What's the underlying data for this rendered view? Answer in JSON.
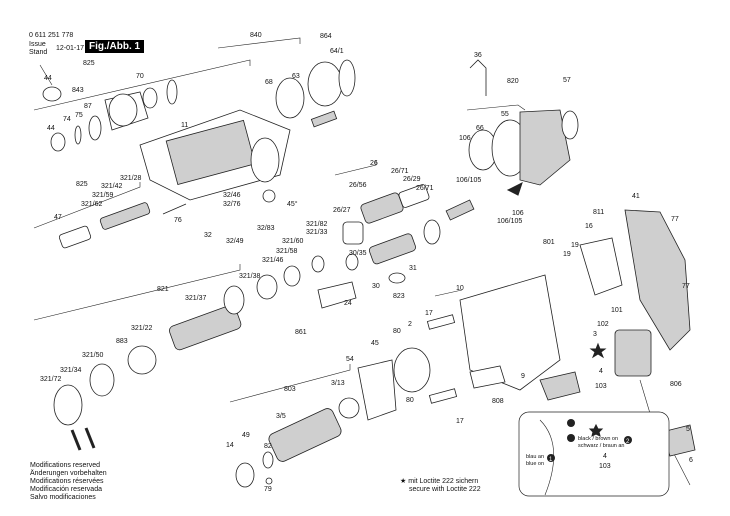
{
  "header": {
    "doc_number": "0 611 251 778",
    "issue_label": "Issue",
    "stand_label": "Stand",
    "issue_date": "12-01-17",
    "figure_label": "Fig./Abb. 1"
  },
  "notes": {
    "modifications": [
      "Modifications reserved",
      "Änderungen vorbehalten",
      "Modifications réservées",
      "Modificación reservada",
      "Salvo modificaciones"
    ],
    "loctite": [
      "mit Loctite 222 sichern",
      "secure with Loctite 222"
    ],
    "loctite_star": "★"
  },
  "wiring_inset": {
    "wire1_label": [
      "black / brown on",
      "schwarz / braun an"
    ],
    "wire2_label": [
      "blau an",
      "blue on"
    ],
    "badge1": "1",
    "badge2": "2",
    "part_4": "4",
    "part_103": "103"
  },
  "part_numbers": [
    "840",
    "864",
    "64/1",
    "68",
    "63",
    "44",
    "825",
    "843",
    "70",
    "87",
    "75",
    "74",
    "44",
    "11",
    "36",
    "820",
    "57",
    "66",
    "55",
    "106",
    "106/105",
    "106",
    "106/105",
    "26",
    "26/71",
    "26/29",
    "26/56",
    "26/71",
    "26/27",
    "32/46",
    "32/76",
    "45°",
    "32",
    "32/49",
    "32/83",
    "321/82",
    "321/60",
    "321/33",
    "321/58",
    "321/46",
    "321/38",
    "31",
    "30/35",
    "24",
    "30",
    "823",
    "861",
    "825",
    "321/28",
    "321/42",
    "321/59",
    "321/62",
    "47",
    "76",
    "821",
    "321/37",
    "321/22",
    "883",
    "321/50",
    "321/34",
    "321/72",
    "811",
    "16",
    "19",
    "801",
    "19",
    "41",
    "77",
    "77",
    "10",
    "17",
    "80",
    "2",
    "9",
    "808",
    "17",
    "101",
    "102",
    "3",
    "4",
    "103",
    "806",
    "5",
    "6",
    "803",
    "3/13",
    "54",
    "45",
    "3/5",
    "49",
    "14",
    "82",
    "79",
    "80"
  ]
}
